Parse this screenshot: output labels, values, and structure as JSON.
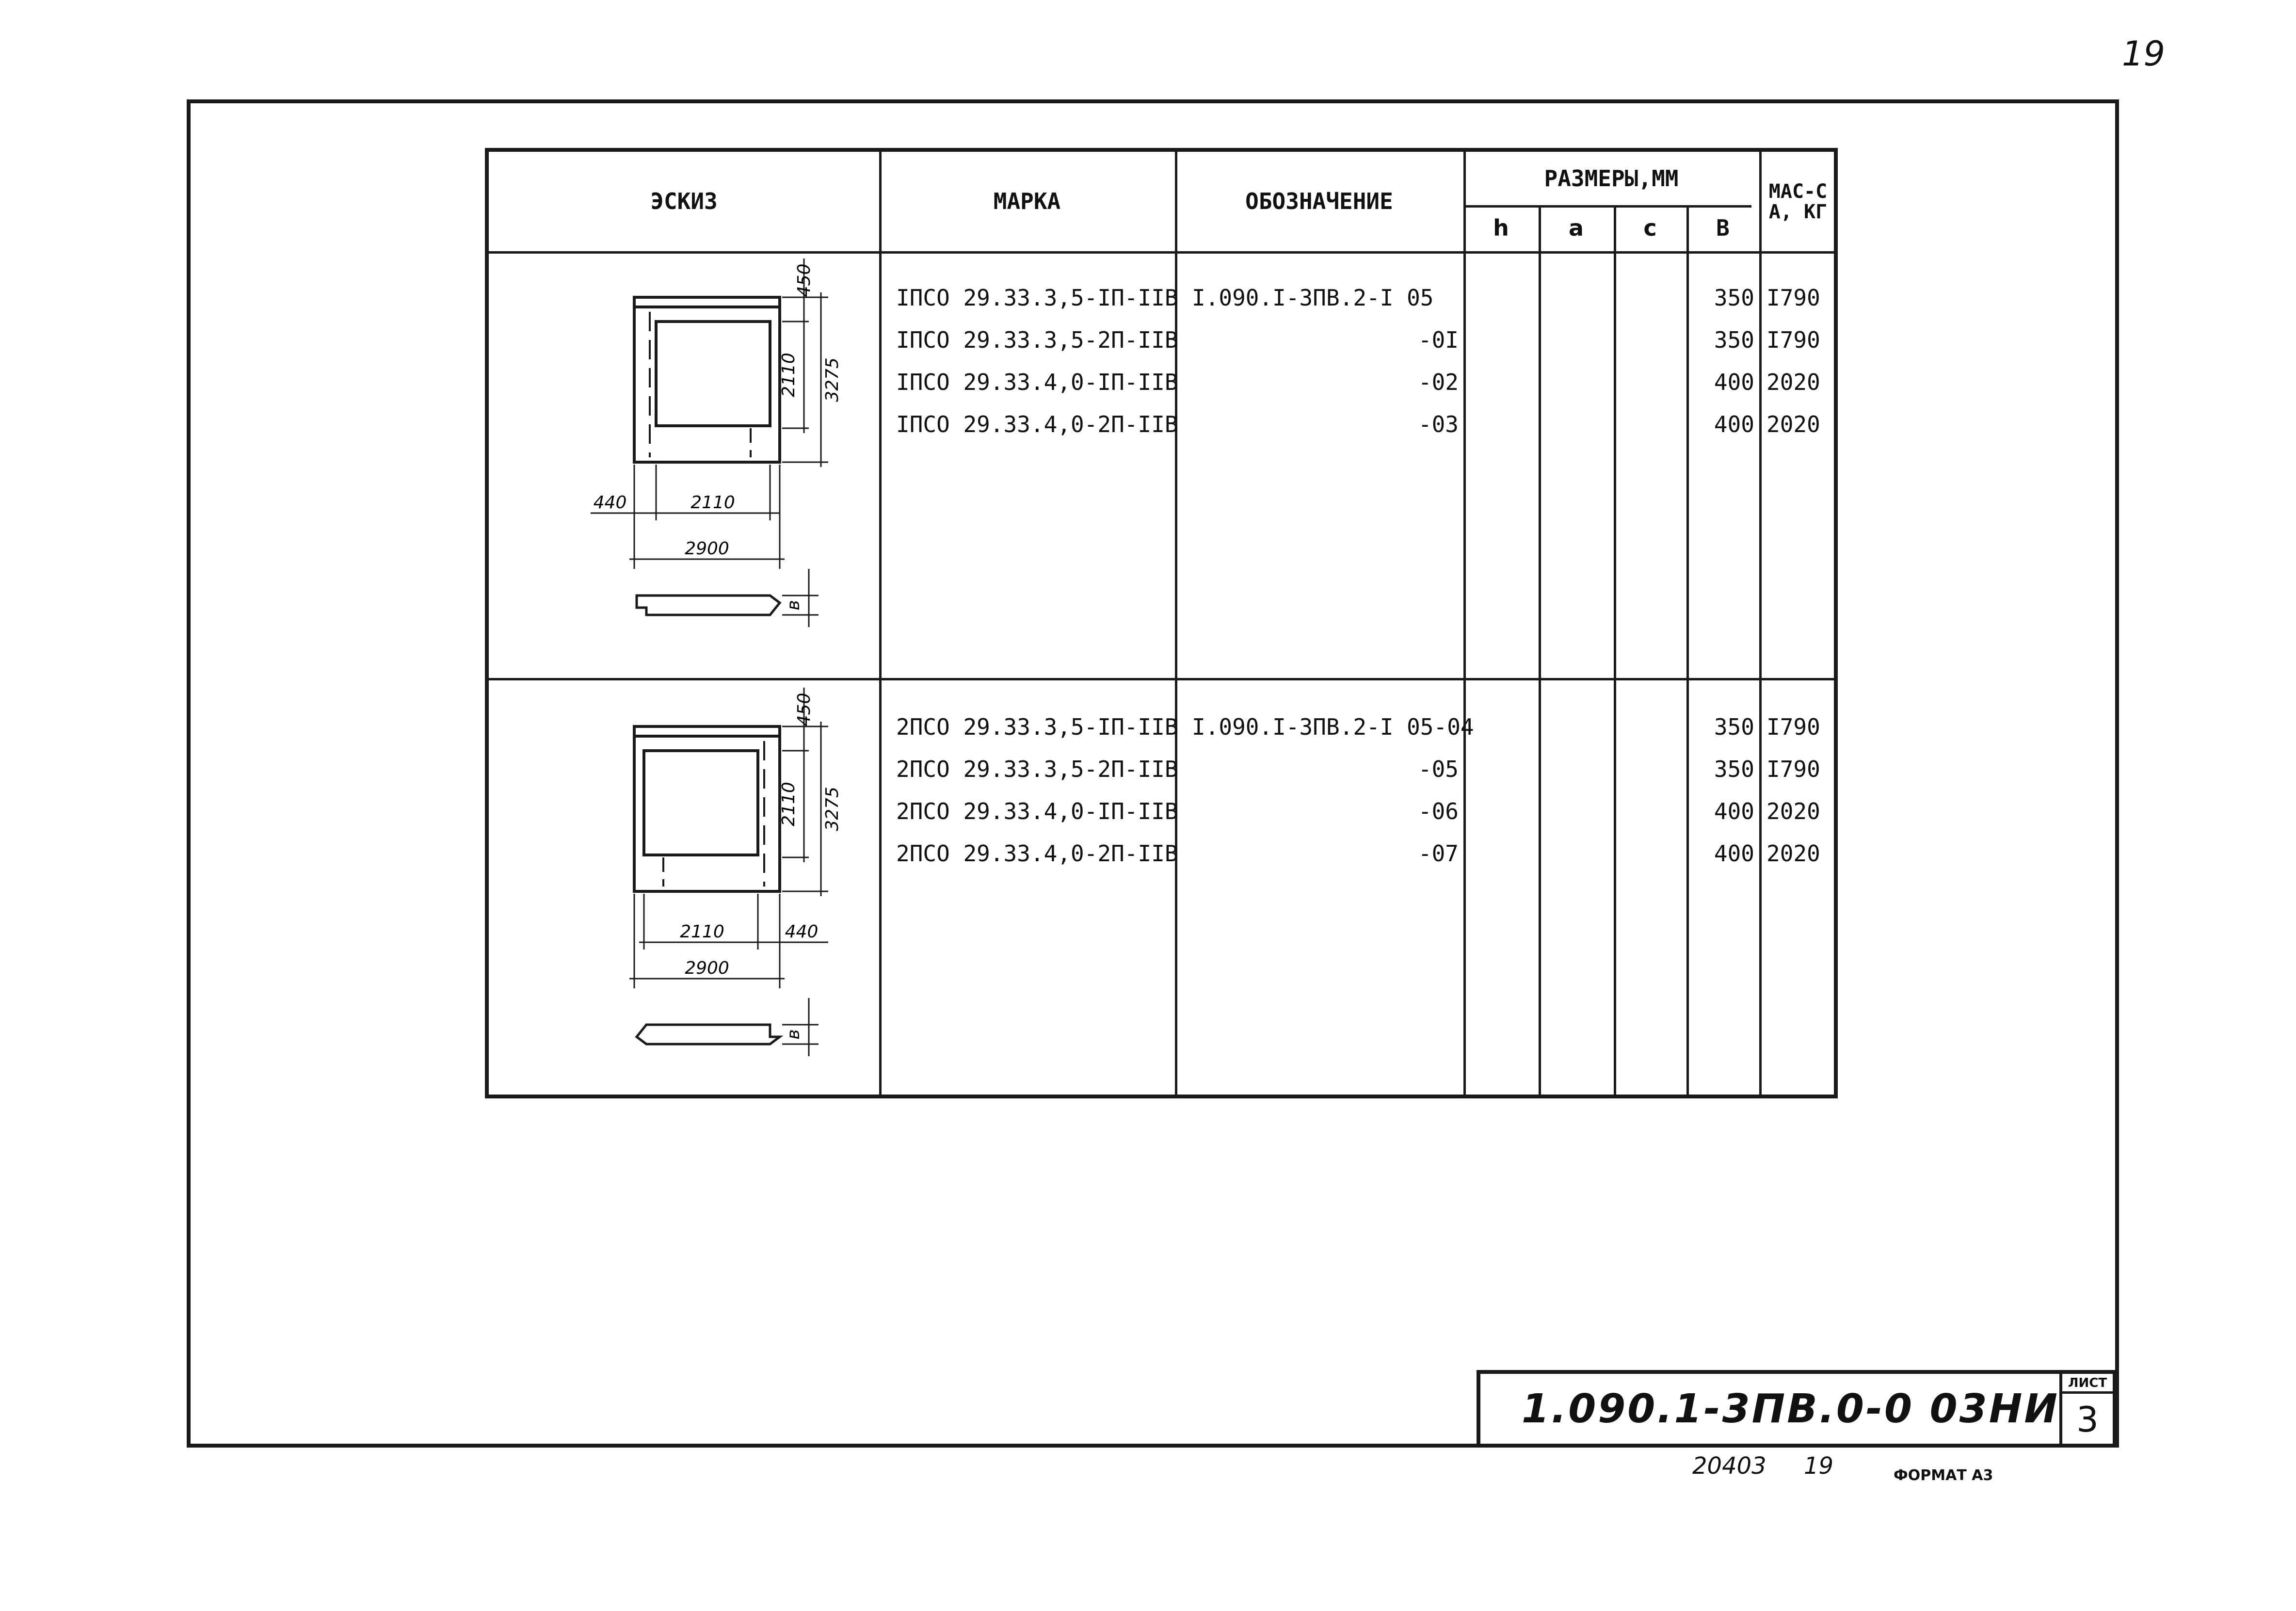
{
  "page_number": "19",
  "table": {
    "headers": {
      "sketch": "ЭСКИЗ",
      "mark": "МАРКА",
      "designation": "ОБОЗНАЧЕНИЕ",
      "dimensions": "РАЗМЕРЫ,ММ",
      "dim_h": "h",
      "dim_a": "а",
      "dim_c": "с",
      "dim_b": "в",
      "mass": "МАС-СА, КГ"
    },
    "groups": [
      {
        "rows": [
          {
            "mark": "IПСО 29.33.3,5-IП-IIВ",
            "designation": "I.090.I-3ПВ.2-I 05",
            "b": "350",
            "mass": "I790"
          },
          {
            "mark": "IПСО 29.33.3,5-2П-IIВ",
            "designation": "-0I",
            "b": "350",
            "mass": "I790"
          },
          {
            "mark": "IПСО 29.33.4,0-IП-IIВ",
            "designation": "-02",
            "b": "400",
            "mass": "2020"
          },
          {
            "mark": "IПСО 29.33.4,0-2П-IIВ",
            "designation": "-03",
            "b": "400",
            "mass": "2020"
          }
        ],
        "sketch": {
          "top": "450",
          "opening_h": "2110",
          "total_h": "3275",
          "left": "440",
          "opening_w": "2110",
          "total_w": "2900",
          "thickness": "в"
        }
      },
      {
        "rows": [
          {
            "mark": "2ПСО 29.33.3,5-IП-IIВ",
            "designation": "I.090.I-3ПВ.2-I 05-04",
            "b": "350",
            "mass": "I790"
          },
          {
            "mark": "2ПСО 29.33.3,5-2П-IIВ",
            "designation": "-05",
            "b": "350",
            "mass": "I790"
          },
          {
            "mark": "2ПСО 29.33.4,0-IП-IIВ",
            "designation": "-06",
            "b": "400",
            "mass": "2020"
          },
          {
            "mark": "2ПСО 29.33.4,0-2П-IIВ",
            "designation": "-07",
            "b": "400",
            "mass": "2020"
          }
        ],
        "sketch": {
          "top": "450",
          "opening_h": "2110",
          "total_h": "3275",
          "right": "440",
          "opening_w": "2110",
          "total_w": "2900",
          "thickness": "в"
        }
      }
    ]
  },
  "title_block": {
    "document_code": "1.090.1-3ПВ.0-0  03НИ",
    "sheet_label": "ЛИСТ",
    "sheet_number": "3"
  },
  "footer": {
    "inventory_number": "20403",
    "page_number": "19",
    "format": "ФОРМАТ А3"
  }
}
